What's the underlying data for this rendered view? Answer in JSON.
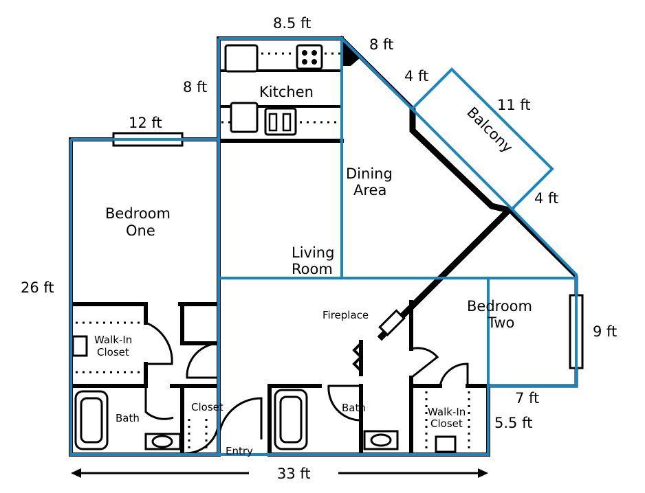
{
  "dimensions": {
    "top_kitchen_width": "8.5 ft",
    "kitchen_diag": "8 ft",
    "kitchen_height": "8 ft",
    "balcony_short_top": "4 ft",
    "balcony_long": "11 ft",
    "balcony_short_bottom": "4 ft",
    "bedroom_one_window": "12 ft",
    "left_height": "26 ft",
    "right_window": "9 ft",
    "bottom_right_width": "7 ft",
    "bottom_right_depth": "5.5 ft",
    "overall_width": "33 ft"
  },
  "rooms": {
    "kitchen": "Kitchen",
    "dining_line1": "Dining",
    "dining_line2": "Area",
    "balcony": "Balcony",
    "bedroom_one_line1": "Bedroom",
    "bedroom_one_line2": "One",
    "living_line1": "Living",
    "living_line2": "Room",
    "bedroom_two_line1": "Bedroom",
    "bedroom_two_line2": "Two",
    "fireplace": "Fireplace",
    "walkin1_line1": "Walk-In",
    "walkin1_line2": "Closet",
    "bath1": "Bath",
    "closet": "Closet",
    "entry": "Entry",
    "bath2": "Bath",
    "walkin2_line1": "Walk-In",
    "walkin2_line2": "Closet"
  },
  "colors": {
    "wall": "#000000",
    "outline": "#1a86c0"
  }
}
